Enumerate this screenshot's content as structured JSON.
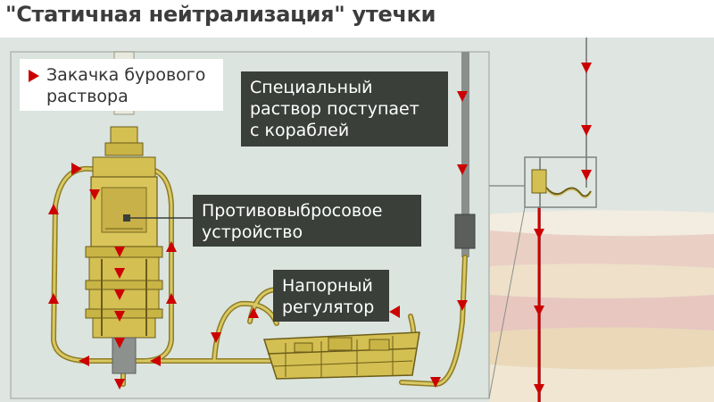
{
  "title": "\"Статичная нейтрализация\" утечки",
  "legend": {
    "text": "Закачка бурового\nраствора",
    "arrow_color": "#cc0000"
  },
  "labels": {
    "special": "Специальный\nраствор поступает\nс кораблей",
    "bop": "Противовыбросовое\nустройство",
    "regulator": "Напорный\nрегулятор"
  },
  "colors": {
    "background": "#dfe6e1",
    "frame": "#b5bcb6",
    "seabed": [
      "#f3ece1",
      "#eacfc4",
      "#efe0c9",
      "#e7c7c0",
      "#ead8b8",
      "#f0e6d2"
    ],
    "equipment": "#d4bf52",
    "equipment_dark": "#8f7c24",
    "pipe": "#8a8f8b",
    "flow": "#cc0000"
  }
}
